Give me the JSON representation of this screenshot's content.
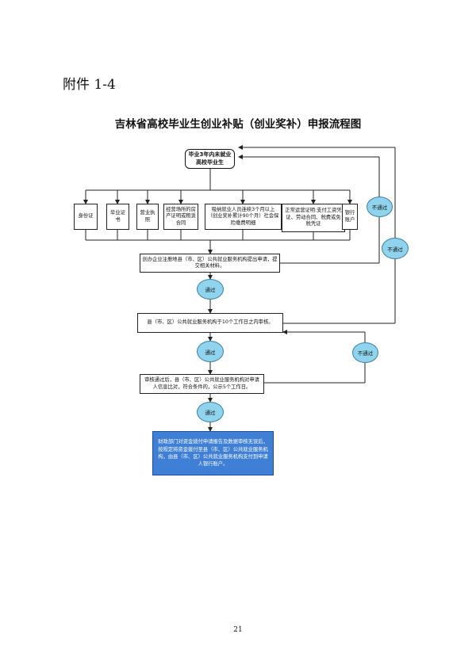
{
  "attachment": "附件 1-4",
  "title": "吉林省高校毕业生创业补贴（创业奖补）申报流程图",
  "start": "毕业3年内未就业高校毕业生",
  "documents": [
    "身份证",
    "毕业证书",
    "营业执照",
    "经营场所的房产证明或租赁合同",
    "吸纳就业人员连续3个月以上（创业奖补累计90个月）社会保险缴费明细",
    "正常运营证明:支付工资凭证、劳动合同、税费或免税凭证",
    "银行账户"
  ],
  "steps": {
    "step1": "创办企业注册地县（市、区）公共就业服务机构提出申请，提交相关材料。",
    "step2": "县（市、区）公共就业服务机构于10个工作日之内审核。",
    "step3": "审核通过后，县（市、区）公共就业服务机构对申请人信息比对，符合条件的，公示5个工作日。",
    "final": "财政部门对资金拨付申请报告及数据审核无误后，按规定将资金拨付至县（市、区）公共就业服务机构，由县（市、区）公共就业服务机构支付到申请人银行账户。"
  },
  "labels": {
    "pass": "通过",
    "fail": "不通过"
  },
  "page_number": "21",
  "colors": {
    "decision": "#8fd3ec",
    "final": "#3f7fd6"
  }
}
